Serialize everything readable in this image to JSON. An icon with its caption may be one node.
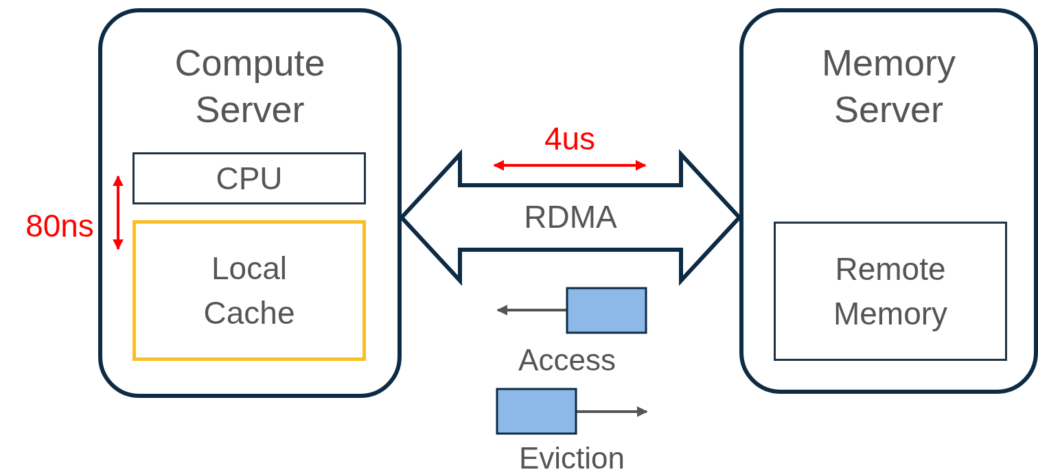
{
  "diagram": {
    "nodes": [
      {
        "text": [
          "Compute Server"
        ]
      },
      {
        "text": [
          "CPU"
        ],
        "in": 0
      },
      {
        "text": [
          "Local Cache"
        ],
        "in": 0
      },
      {
        "text": [
          "Memory Server"
        ]
      },
      {
        "text": [
          "Remote Memory"
        ],
        "in": 3
      }
    ],
    "edges": [
      {
        "from": 0,
        "to": 3,
        "arrow": "both",
        "label": "RDMA",
        "style": "thick"
      },
      {
        "from": 1,
        "to": 2,
        "arrow": "both",
        "label": "80ns",
        "color": "#ff0000"
      }
    ],
    "labels": [
      "4us"
    ],
    "legend": [
      {
        "text": "Access"
      },
      {
        "text": "Eviction"
      }
    ]
  }
}
